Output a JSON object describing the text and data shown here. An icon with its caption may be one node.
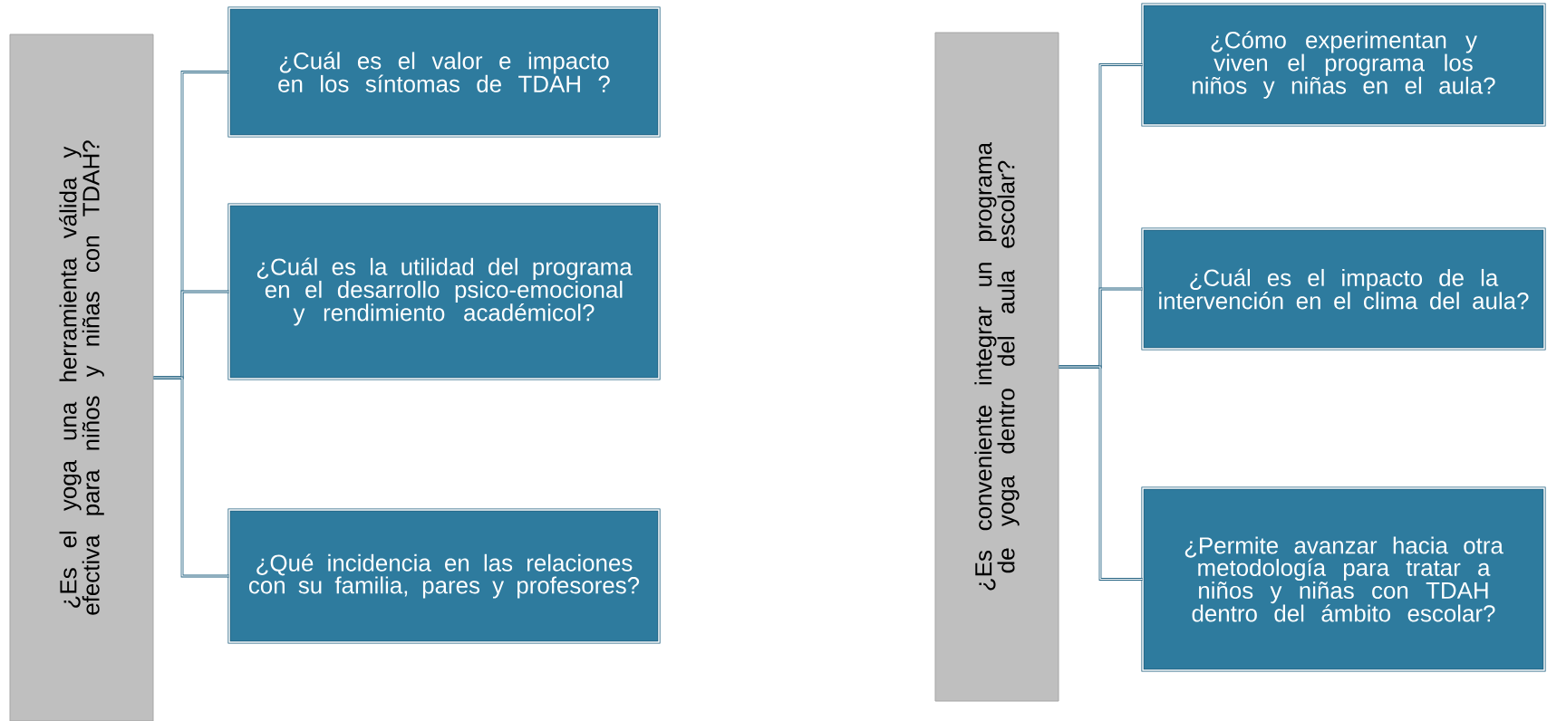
{
  "diagram": {
    "nodes": [
      {
        "text": [
          "¿Es el yoga una herramienta válida y efectiva para niños y niñas con TDAH?"
        ]
      },
      {
        "text": [
          "¿Cuál es el valor e impacto en los síntomas de TDAH ?"
        ]
      },
      {
        "text": [
          "¿Cuál es la utilidad del programa en el desarrollo psico-emocional y rendimiento académicol?"
        ]
      },
      {
        "text": [
          "¿Qué incidencia en las relaciones con su familia, pares y profesores?"
        ]
      },
      {
        "text": [
          "¿Es conveniente integrar un programa de yoga dentro del aula escolar?"
        ]
      },
      {
        "text": [
          "¿Cómo experimentan y viven el programa los niños y niñas en el aula?"
        ]
      },
      {
        "text": [
          "¿Cuál es el impacto de la intervención en el clima del aula?"
        ]
      },
      {
        "text": [
          "¿Permite avanzar hacia otra metodología para tratar a niños y niñas con TDAH dentro del ámbito escolar?"
        ]
      }
    ],
    "edges": [
      {
        "from": 0,
        "to": 1,
        "arrow": "none"
      },
      {
        "from": 0,
        "to": 2,
        "arrow": "none"
      },
      {
        "from": 0,
        "to": 3,
        "arrow": "none"
      },
      {
        "from": 4,
        "to": 5,
        "arrow": "none"
      },
      {
        "from": 4,
        "to": 6,
        "arrow": "none"
      },
      {
        "from": 4,
        "to": 7,
        "arrow": "none"
      }
    ]
  }
}
